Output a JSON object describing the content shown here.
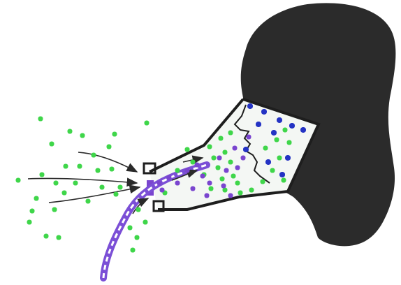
{
  "diagram": {
    "colors": {
      "background": "#ffffff",
      "head_silhouette": "#2b2b2b",
      "mask_fill": "#f4f7f4",
      "mask_outline": "#1e1e1e",
      "green_particle": "#3fd64a",
      "blue_particle": "#2433c4",
      "purple_particle": "#7a45cf",
      "arrow": "#2a2a2a",
      "exhaust_stream_fill": "#7b4fd6",
      "exhaust_stream_stripe": "#ffffff"
    },
    "elements": [
      {
        "name": "head-silhouette"
      },
      {
        "name": "respirator-mask"
      },
      {
        "name": "inhalation-arrows"
      },
      {
        "name": "exhalation-stream"
      },
      {
        "name": "green-particles"
      },
      {
        "name": "blue-particles"
      },
      {
        "name": "purple-particles"
      }
    ]
  }
}
